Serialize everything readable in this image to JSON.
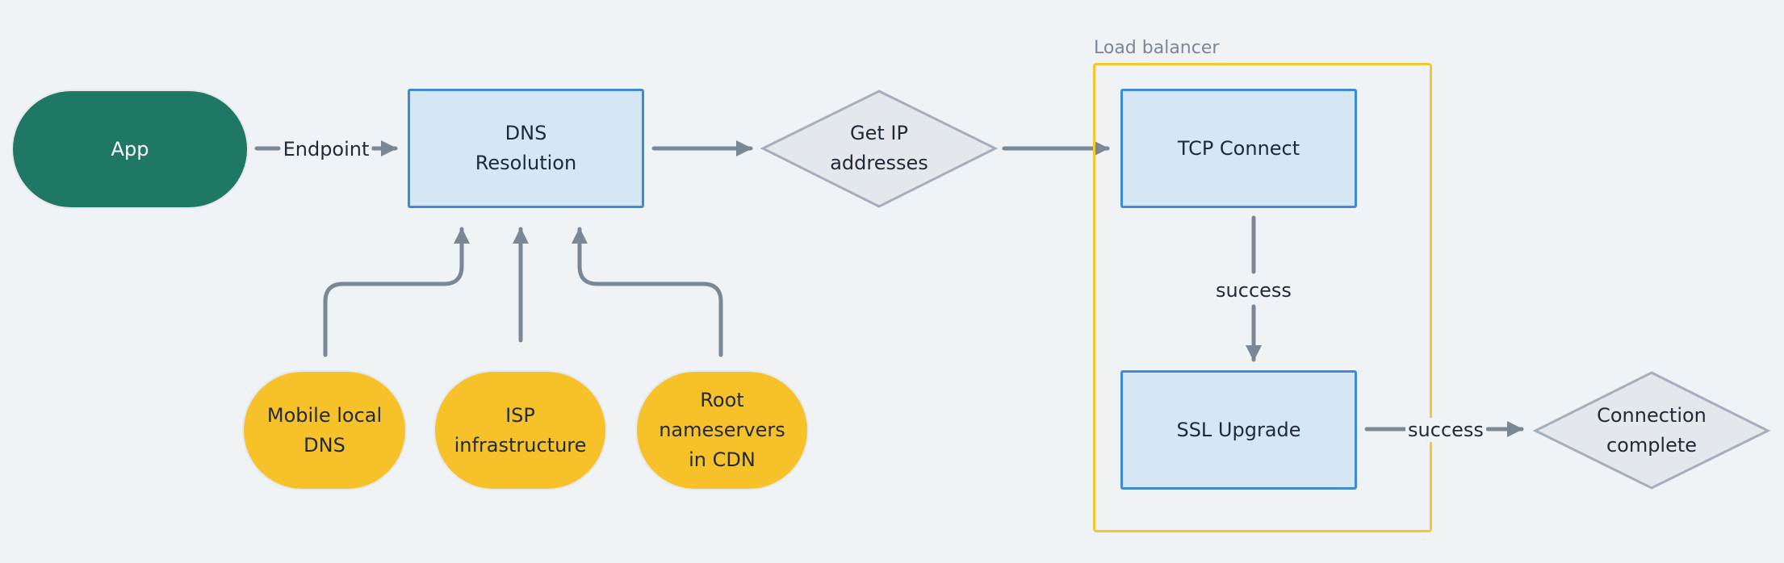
{
  "group": {
    "label": "Load balancer"
  },
  "nodes": {
    "app": "App",
    "dns": "DNS\nResolution",
    "get_ip": "Get IP\naddresses",
    "tcp": "TCP Connect",
    "ssl": "SSL Upgrade",
    "complete": "Connection\ncomplete",
    "mobile": "Mobile local\nDNS",
    "isp": "ISP\ninfrastructure",
    "root": "Root\nnameservers\nin CDN"
  },
  "edges": {
    "endpoint": "Endpoint",
    "success_tcp_ssl": "success",
    "success_ssl_complete": "success"
  },
  "colors": {
    "background": "#f0f3f6",
    "terminal_fill": "#1f7765",
    "process_fill": "#d5e6f5",
    "process_border": "#3f8ad2",
    "source_fill": "#f7c12a",
    "decision_fill": "#e4e7ec",
    "decision_border": "#a3afbb",
    "group_border": "#f5c72f",
    "edge": "#7a8794"
  }
}
